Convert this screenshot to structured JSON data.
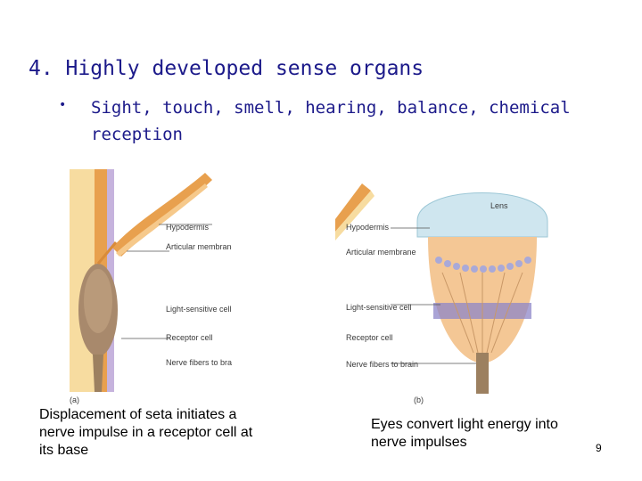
{
  "slide": {
    "title": "4. Highly developed sense organs",
    "bullet": "Sight, touch, smell, hearing, balance, chemical reception",
    "page_number": "9"
  },
  "figure_a": {
    "label": "(a)",
    "callouts": [
      "Hypodermis",
      "Articular membrane",
      "Light-sensitive cell",
      "Receptor cell",
      "Nerve fibers to brain"
    ],
    "caption": "Displacement of seta initiates a nerve impulse in a receptor cell at its base"
  },
  "figure_b": {
    "label": "(b)",
    "lens_label": "Lens",
    "callouts": [
      "Hypodermis",
      "Articular membrane",
      "Light-sensitive cell",
      "Receptor cell",
      "Nerve fibers to brain"
    ],
    "caption": "Eyes convert light energy into nerve impulses"
  },
  "colors": {
    "title_text": "#1c1a8a",
    "cuticle_orange": "#e8a04e",
    "hypodermis_yellow": "#f7dca0",
    "membrane_lavender": "#c6b3dd",
    "lens_blue": "#cfe6ef",
    "receptor_purple": "#8e86c8",
    "nerve_brown": "#9c8060"
  }
}
